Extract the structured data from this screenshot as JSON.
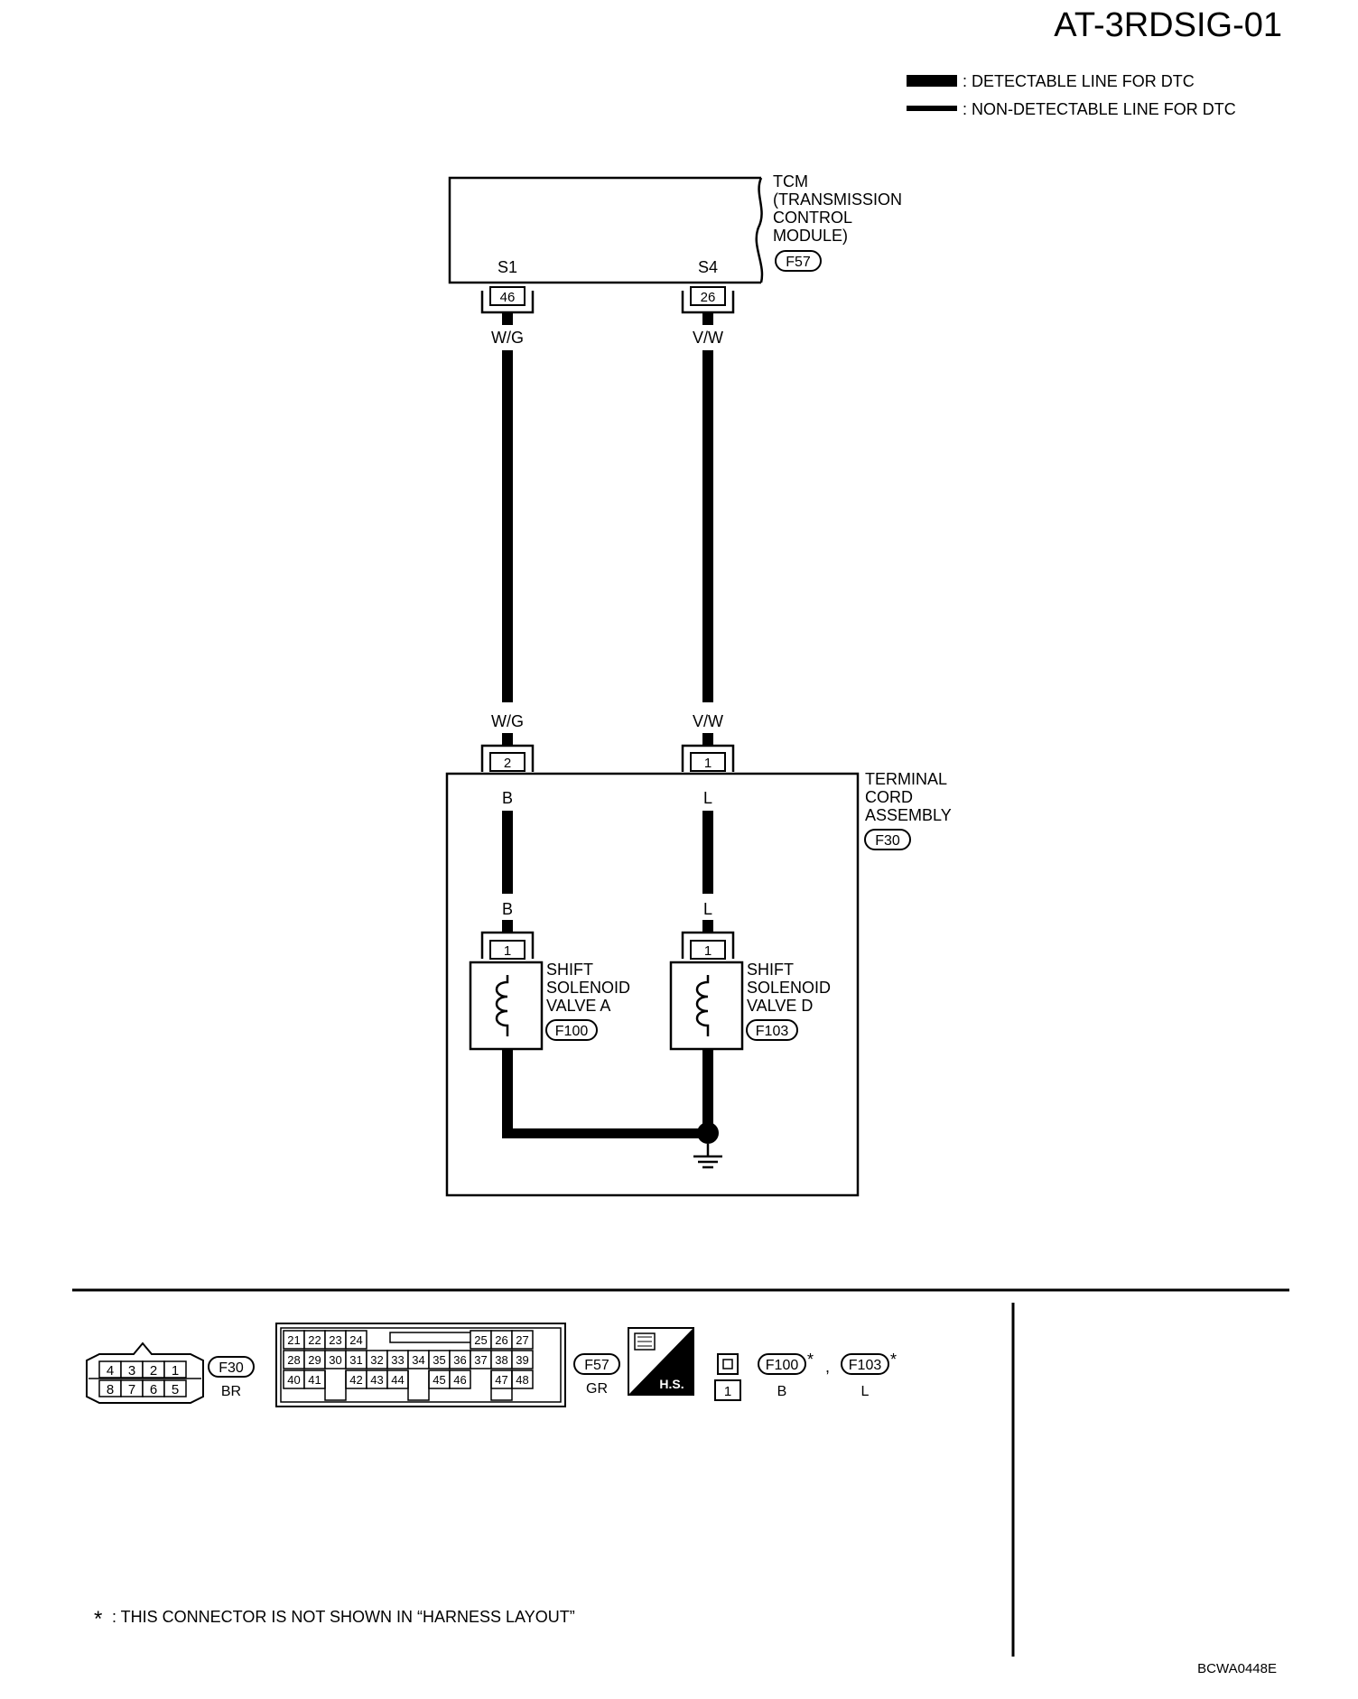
{
  "page_code": "AT-3RDSIG-01",
  "legend": {
    "detectable": ": DETECTABLE LINE FOR DTC",
    "non_detectable": ": NON-DETECTABLE LINE FOR DTC"
  },
  "tcm": {
    "label_lines": [
      "TCM",
      "(TRANSMISSION",
      "CONTROL",
      "MODULE)"
    ],
    "connector": "F57",
    "terminals": [
      {
        "name": "S1",
        "pin": "46",
        "wire_color": "W/G"
      },
      {
        "name": "S4",
        "pin": "26",
        "wire_color": "V/W"
      }
    ]
  },
  "terminal_cord": {
    "label_lines": [
      "TERMINAL",
      "CORD",
      "ASSEMBLY"
    ],
    "connector": "F30",
    "pins": [
      {
        "pin": "2",
        "wire_in": "W/G",
        "wire_out": "B"
      },
      {
        "pin": "1",
        "wire_in": "V/W",
        "wire_out": "L"
      }
    ]
  },
  "solenoids": [
    {
      "label_lines": [
        "SHIFT",
        "SOLENOID",
        "VALVE A"
      ],
      "connector": "F100",
      "pin": "1",
      "wire": "B"
    },
    {
      "label_lines": [
        "SHIFT",
        "SOLENOID",
        "VALVE D"
      ],
      "connector": "F103",
      "pin": "1",
      "wire": "L"
    }
  ],
  "connector_views": {
    "f30": {
      "id": "F30",
      "color": "BR",
      "top_row": [
        "4",
        "3",
        "2",
        "1"
      ],
      "bottom_row": [
        "8",
        "7",
        "6",
        "5"
      ]
    },
    "f57": {
      "id": "F57",
      "color": "GR",
      "row1_left": [
        "21",
        "22",
        "23",
        "24"
      ],
      "row1_right": [
        "25",
        "26",
        "27"
      ],
      "row2": [
        "28",
        "29",
        "30",
        "31",
        "32",
        "33",
        "34",
        "35",
        "36",
        "37",
        "38",
        "39"
      ],
      "row3": [
        "40",
        "41",
        "42",
        "43",
        "44",
        "45",
        "46",
        "47",
        "48"
      ]
    },
    "hs_label": "H.S.",
    "single_pin": "1",
    "f100": {
      "id": "F100",
      "color": "B"
    },
    "f103": {
      "id": "F103",
      "color": "L"
    },
    "asterisk": "*",
    "comma": ","
  },
  "footnote": {
    "symbol": "*",
    "text": ": THIS CONNECTOR IS NOT SHOWN IN “HARNESS LAYOUT”"
  },
  "figure_code": "BCWA0448E"
}
